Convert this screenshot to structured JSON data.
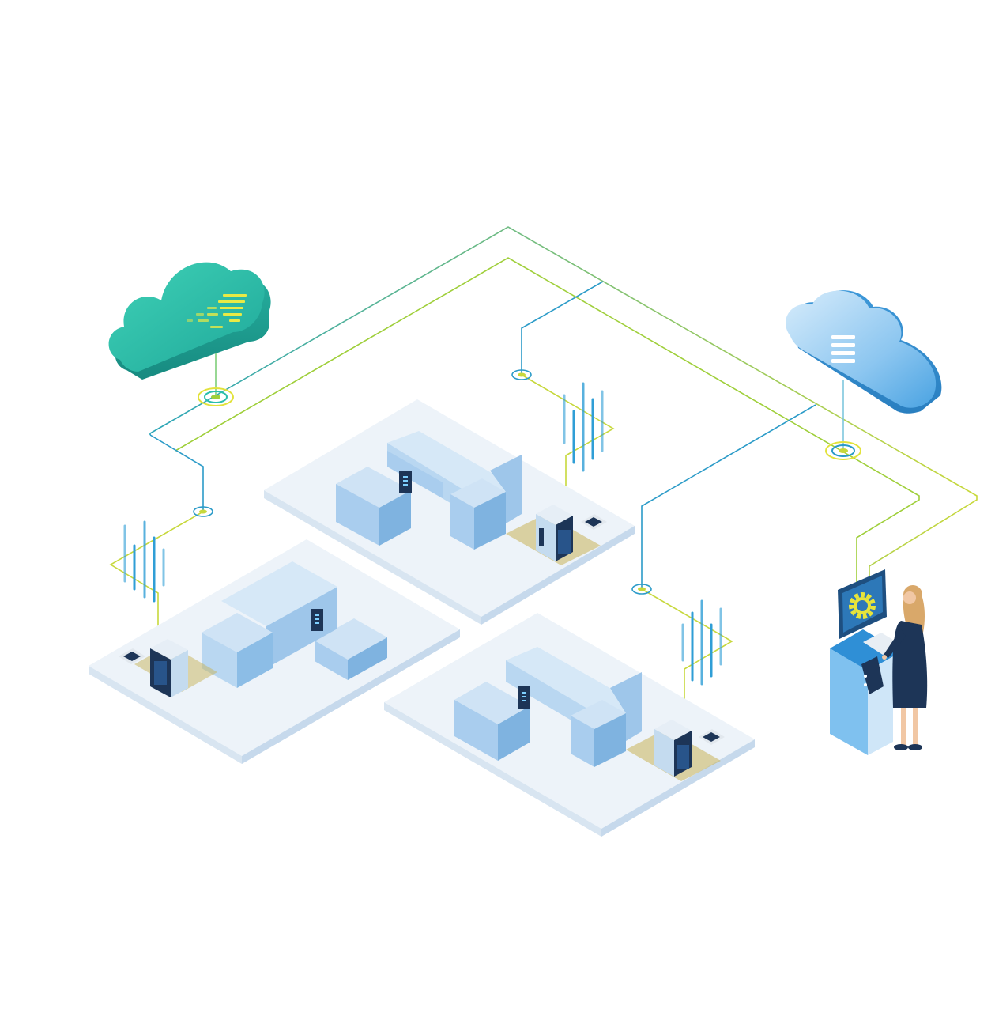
{
  "illustration": {
    "clouds": [
      {
        "name": "teal-data-cloud",
        "icon": "data-stream-icon",
        "fill": "#2bbfaa",
        "accent": "#e8ea45"
      },
      {
        "name": "blue-storage-cloud",
        "icon": "server-stack-icon",
        "fill": "#3a9fe0",
        "accent": "#ffffff"
      }
    ],
    "sites": [
      {
        "name": "production-site-top"
      },
      {
        "name": "production-site-left"
      },
      {
        "name": "production-site-bottom"
      }
    ],
    "operator": {
      "name": "operator-at-control-terminal",
      "screen_icon": "gear-icon"
    },
    "colors": {
      "link_green": "#9fcf3a",
      "link_blue": "#2b9bc8",
      "link_yellow": "#e2e23c",
      "platform": "#eaf2f9",
      "machine_light": "#cfe3f5",
      "machine_mid": "#a9cdee",
      "machine_dark": "#7fb3e0",
      "controller_dark": "#1d3557"
    }
  }
}
